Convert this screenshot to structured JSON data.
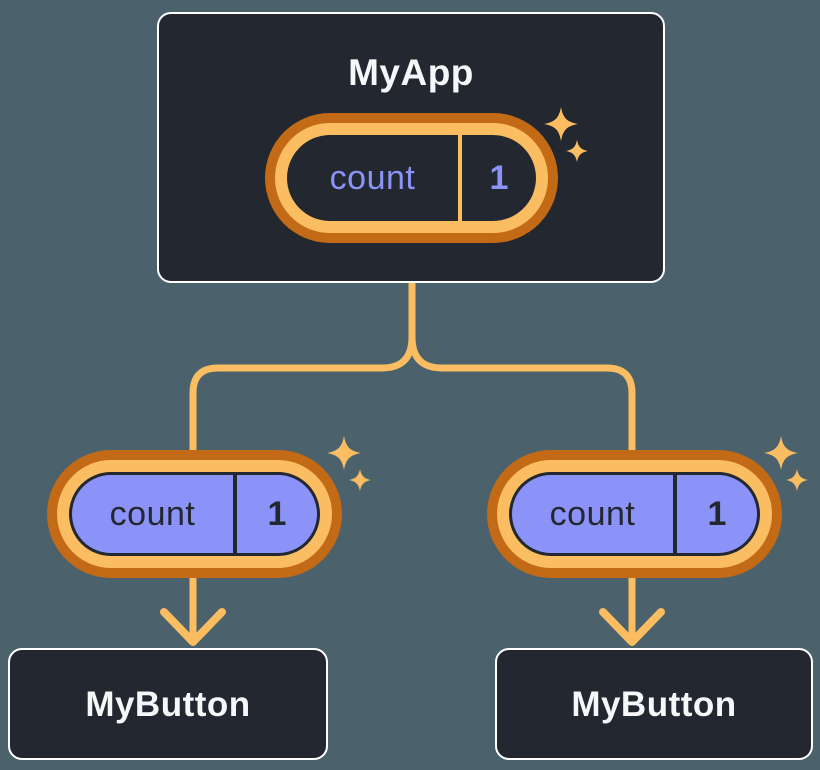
{
  "diagram": {
    "root": {
      "title": "MyApp",
      "state": {
        "name": "count",
        "value": "1"
      }
    },
    "children": [
      {
        "title": "MyButton",
        "state": {
          "name": "count",
          "value": "1"
        }
      },
      {
        "title": "MyButton",
        "state": {
          "name": "count",
          "value": "1"
        }
      }
    ]
  },
  "icons": {
    "sparkle": "sparkle-icon",
    "arrow": "arrow-down-icon"
  },
  "colors": {
    "background": "#4B626C",
    "node_fill": "#23272F",
    "node_border": "#FFFFFF",
    "node_text": "#F6F7F9",
    "pill_ring_outer": "#C26A15",
    "pill_ring_inner": "#FABD62",
    "connector": "#FABD62",
    "state_purple": "#8B93F8",
    "dark_text": "#23272F"
  }
}
